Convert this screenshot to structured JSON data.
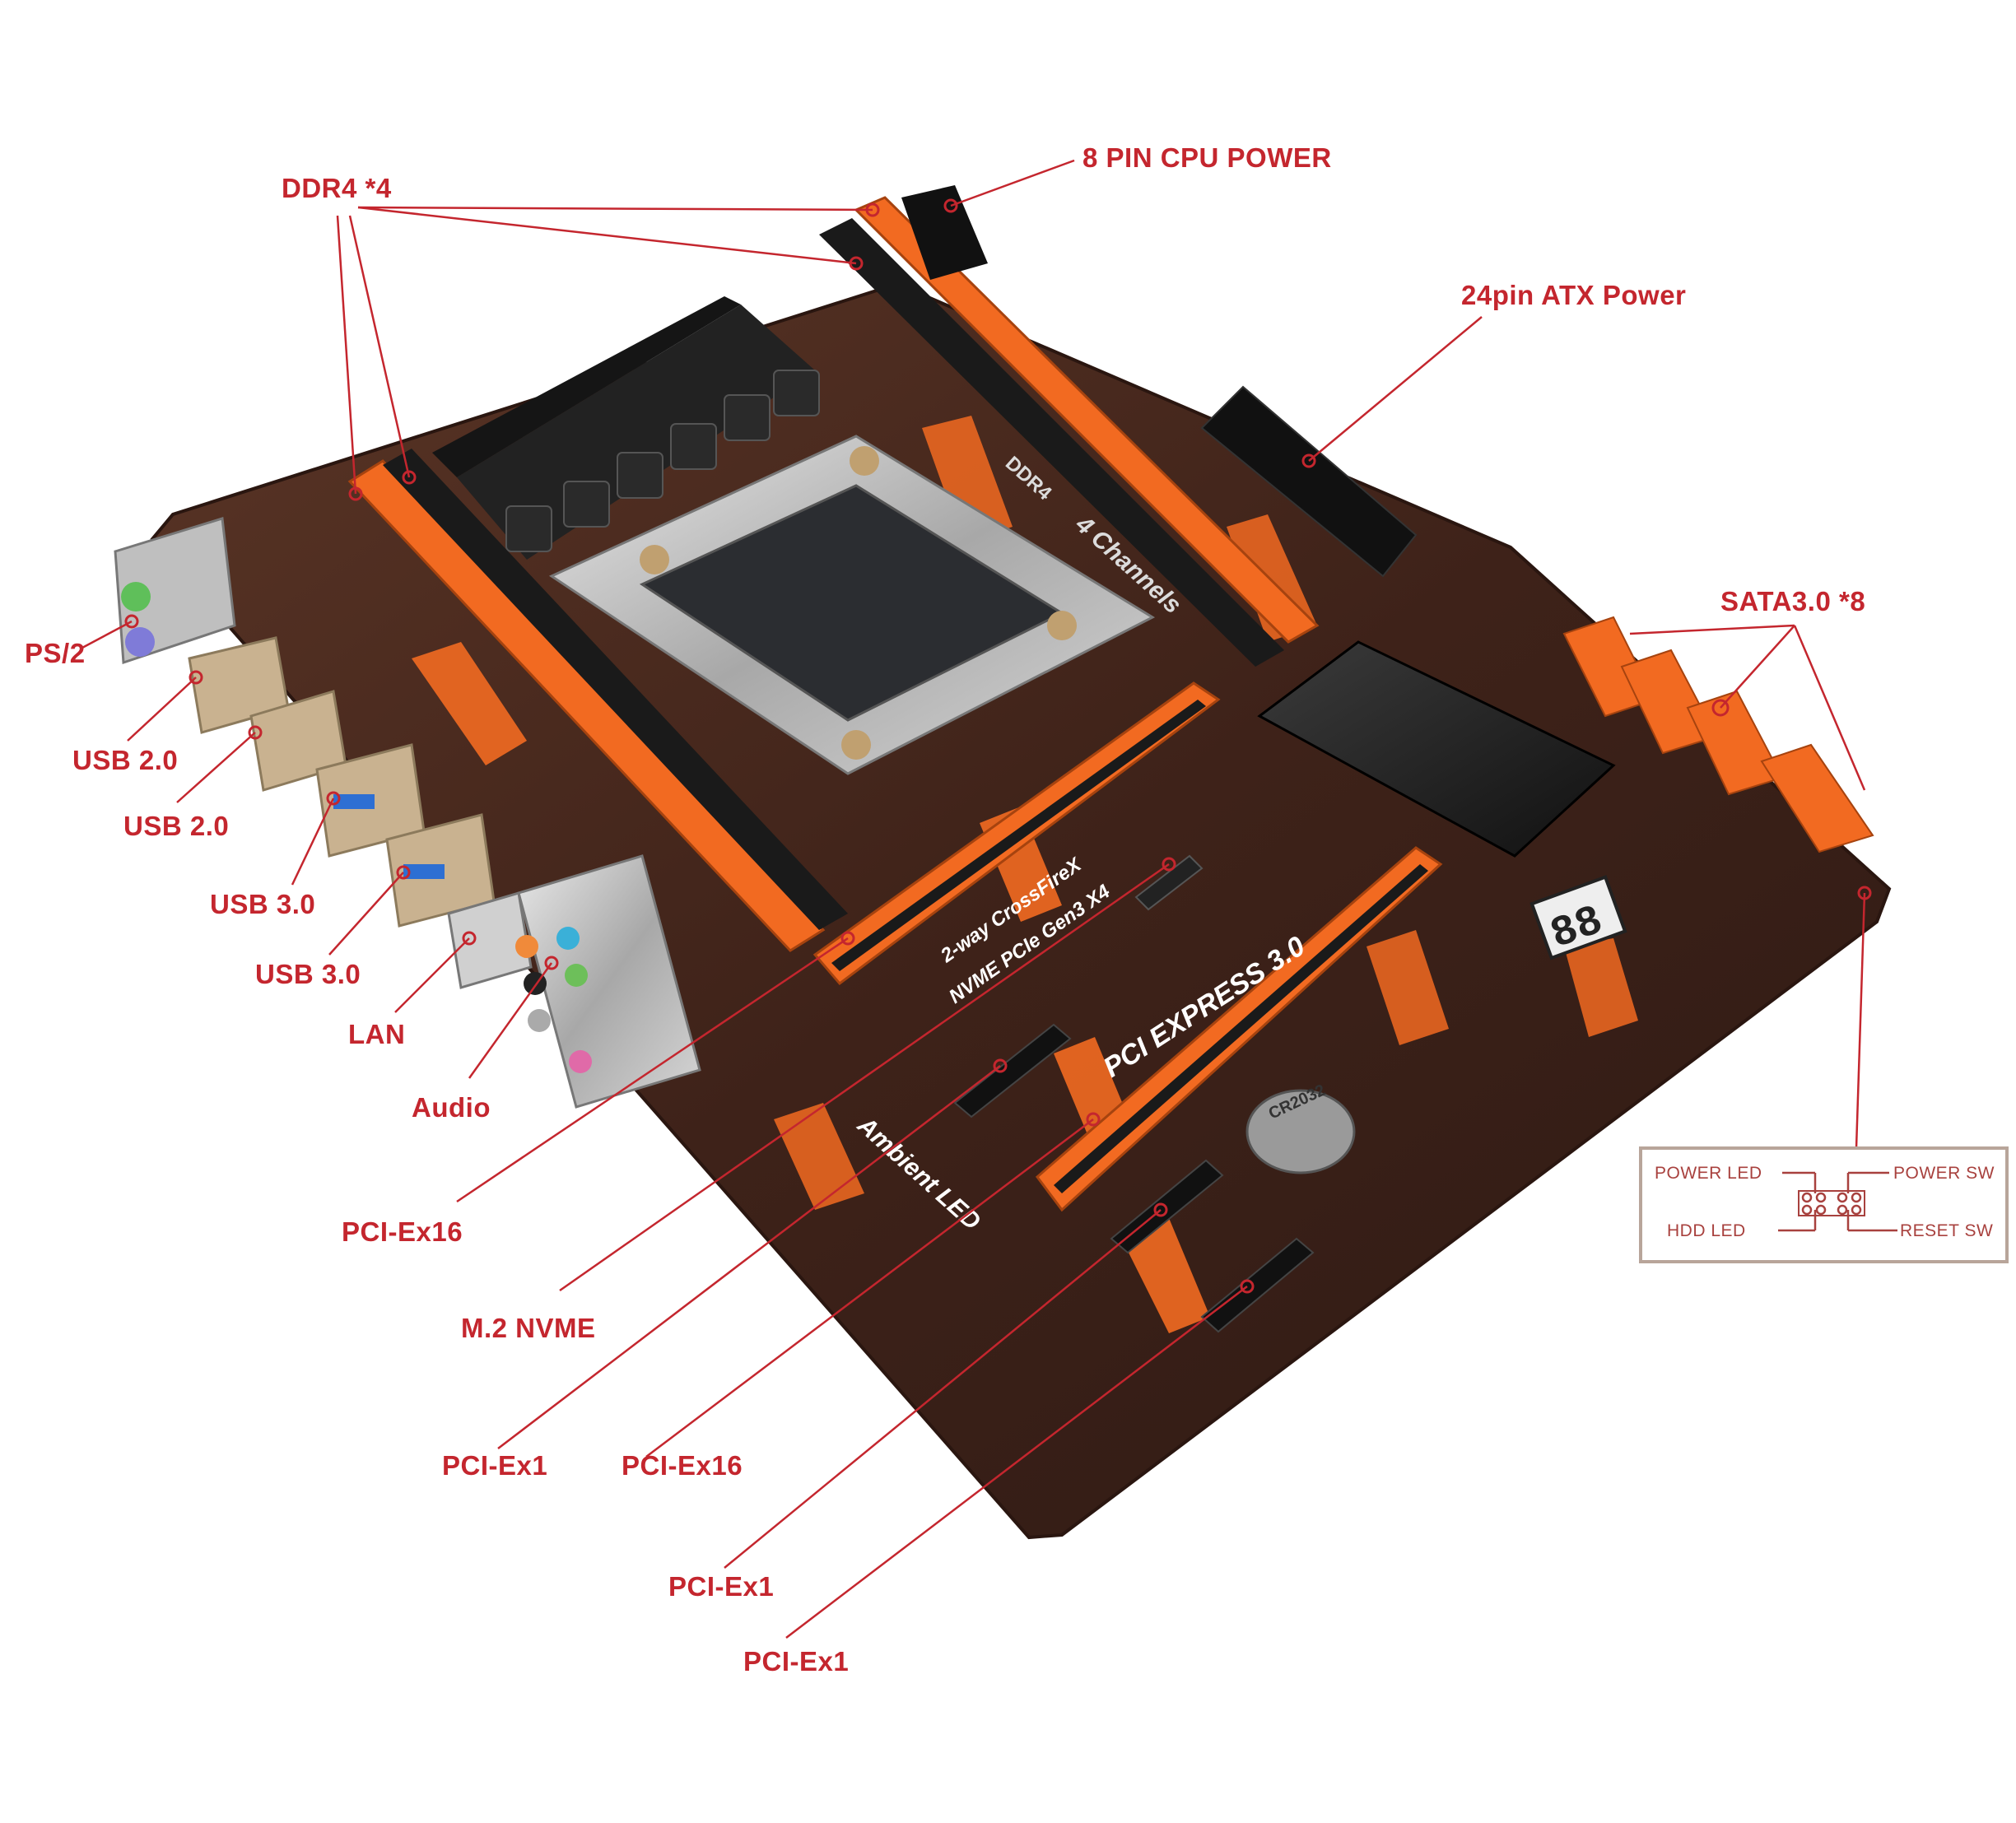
{
  "labels": {
    "ddr4": "DDR4 *4",
    "cpu_power": "8 PIN CPU POWER",
    "atx_power": "24pin ATX Power",
    "sata": "SATA3.0 *8",
    "ps2": "PS/2",
    "usb20_a": "USB 2.0",
    "usb20_b": "USB 2.0",
    "usb30_a": "USB 3.0",
    "usb30_b": "USB 3.0",
    "lan": "LAN",
    "audio": "Audio",
    "pcie16_a": "PCI-Ex16",
    "m2": "M.2 NVME",
    "pcie1_a": "PCI-Ex1",
    "pcie16_b": "PCI-Ex16",
    "pcie1_b": "PCI-Ex1",
    "pcie1_c": "PCI-Ex1"
  },
  "board_text": {
    "channels": "4 Channels",
    "ddr4": "DDR4",
    "pcie": "PCI EXPRESS 3.0",
    "crossfire": "2-way CrossFireX",
    "nvme": "NVME PCIe Gen3 X4",
    "ambient": "Ambient LED",
    "battery": "CR2032",
    "debug": "88"
  },
  "pin_diagram": {
    "power_led": "POWER LED",
    "power_sw": "POWER SW",
    "hdd_led": "HDD LED",
    "reset_sw": "RESET SW"
  },
  "colors": {
    "label": "#c4262e",
    "board": "#4a2a1f",
    "accent": "#f26a21"
  }
}
